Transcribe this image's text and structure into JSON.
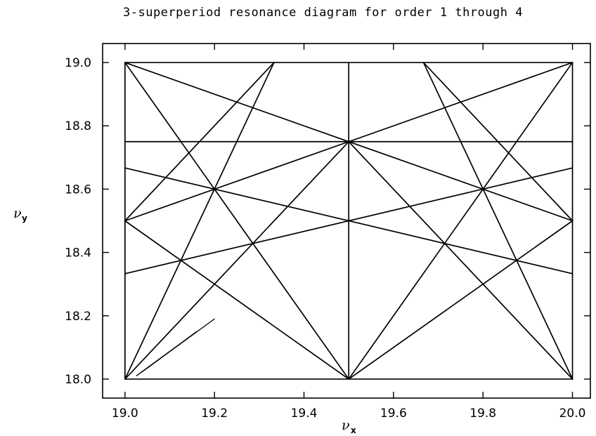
{
  "chart_data": {
    "type": "line",
    "title": "3-superperiod resonance diagram for order 1 through 4",
    "xlabel": "ν",
    "xlabel_sub": "x",
    "ylabel": "ν",
    "ylabel_sub": "y",
    "xlim": [
      18.95,
      20.04
    ],
    "ylim": [
      17.94,
      19.06
    ],
    "xticks": [
      19.0,
      19.2,
      19.4,
      19.6,
      19.8,
      20.0
    ],
    "xtick_labels": [
      "19.0",
      "19.2",
      "19.4",
      "19.6",
      "19.8",
      "20.0"
    ],
    "yticks": [
      18.0,
      18.2,
      18.4,
      18.6,
      18.8,
      19.0
    ],
    "ytick_labels": [
      "18.0",
      "18.2",
      "18.4",
      "18.6",
      "18.8",
      "19.0"
    ],
    "grid": false,
    "resonance_lines": [
      {
        "x": [
          19.0,
          20.0
        ],
        "y": [
          18.0,
          18.0
        ]
      },
      {
        "x": [
          19.0,
          20.0
        ],
        "y": [
          19.0,
          19.0
        ]
      },
      {
        "x": [
          19.0,
          19.0
        ],
        "y": [
          18.0,
          19.0
        ]
      },
      {
        "x": [
          20.0,
          20.0
        ],
        "y": [
          18.0,
          19.0
        ]
      },
      {
        "x": [
          19.5,
          19.5
        ],
        "y": [
          18.0,
          19.0
        ]
      },
      {
        "x": [
          19.0,
          20.0
        ],
        "y": [
          18.75,
          18.75
        ]
      },
      {
        "x": [
          19.0,
          19.5
        ],
        "y": [
          19.0,
          18.0
        ]
      },
      {
        "x": [
          19.5,
          20.0
        ],
        "y": [
          18.0,
          19.0
        ]
      },
      {
        "x": [
          19.0,
          20.0
        ],
        "y": [
          19.0,
          18.5
        ]
      },
      {
        "x": [
          19.0,
          20.0
        ],
        "y": [
          18.5,
          19.0
        ]
      },
      {
        "x": [
          19.0,
          20.0
        ],
        "y": [
          18.667,
          18.333
        ]
      },
      {
        "x": [
          19.0,
          20.0
        ],
        "y": [
          18.333,
          18.667
        ]
      },
      {
        "x": [
          19.0,
          19.333
        ],
        "y": [
          18.5,
          19.0
        ]
      },
      {
        "x": [
          19.333,
          19.0
        ],
        "y": [
          19.0,
          18.0
        ]
      },
      {
        "x": [
          19.667,
          20.0
        ],
        "y": [
          19.0,
          18.0
        ]
      },
      {
        "x": [
          20.0,
          19.667
        ],
        "y": [
          18.5,
          19.0
        ]
      },
      {
        "x": [
          19.0,
          19.5
        ],
        "y": [
          18.5,
          18.0
        ]
      },
      {
        "x": [
          19.5,
          20.0
        ],
        "y": [
          18.0,
          18.5
        ]
      },
      {
        "x": [
          19.0,
          19.5
        ],
        "y": [
          18.0,
          18.75
        ]
      },
      {
        "x": [
          19.5,
          20.0
        ],
        "y": [
          18.75,
          18.0
        ]
      }
    ],
    "working_point": {
      "x": [
        19.025,
        19.2,
        19.045,
        19.025
      ],
      "y": [
        18.01,
        18.19,
        18.03,
        18.01
      ]
    },
    "working_point_inner": {
      "x": [
        19.035,
        19.16,
        19.05
      ],
      "y": [
        18.02,
        18.15,
        18.035
      ]
    }
  }
}
